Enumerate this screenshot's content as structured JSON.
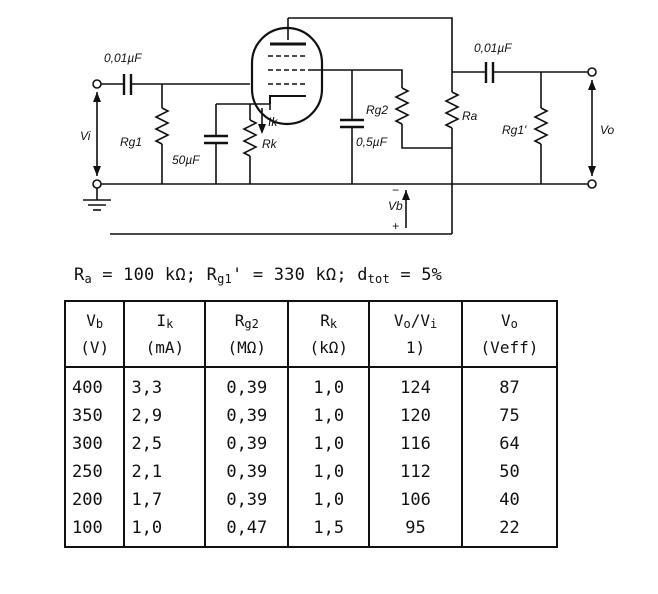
{
  "schematic": {
    "labels": {
      "c_in": "0,01µF",
      "c_out": "0,01µF",
      "vi": "Vi",
      "rg1": "Rg1",
      "c_k": "50µF",
      "ik": "Ik",
      "rk": "Rk",
      "rg2": "Rg2",
      "c_g2": "0,5µF",
      "ra": "Ra",
      "rg1p": "Rg1'",
      "vo": "Vo",
      "vb": "Vb",
      "minus": "−",
      "plus": "+"
    }
  },
  "conditions": {
    "ra_sym": "R",
    "ra_sub": "a",
    "ra_val": " = 100 kΩ; ",
    "rg_sym": "R",
    "rg_sub": "g1",
    "rg_val": "' = 330 kΩ; ",
    "d_sym": "d",
    "d_sub": "tot",
    "d_val": " = 5%"
  },
  "table": {
    "headers": [
      {
        "sym": "V",
        "sub": "b",
        "unit": "(V)"
      },
      {
        "sym": "I",
        "sub": "k",
        "unit": "(mA)"
      },
      {
        "sym": "R",
        "sub": "g2",
        "unit": "(MΩ)"
      },
      {
        "sym": "R",
        "sub": "k",
        "unit": "(kΩ)"
      },
      {
        "sym": "V",
        "sub": "o",
        "sym2": "/V",
        "sub2": "i",
        "unit": "1)"
      },
      {
        "sym": "V",
        "sub": "o",
        "unit": "(Veff)"
      }
    ],
    "rows": [
      [
        "400",
        "3,3",
        "0,39",
        "1,0",
        "124",
        "87"
      ],
      [
        "350",
        "2,9",
        "0,39",
        "1,0",
        "120",
        "75"
      ],
      [
        "300",
        "2,5",
        "0,39",
        "1,0",
        "116",
        "64"
      ],
      [
        "250",
        "2,1",
        "0,39",
        "1,0",
        "112",
        "50"
      ],
      [
        "200",
        "1,7",
        "0,39",
        "1,0",
        "106",
        "40"
      ],
      [
        "100",
        "1,0",
        "0,47",
        "1,5",
        "95",
        "22"
      ]
    ]
  }
}
